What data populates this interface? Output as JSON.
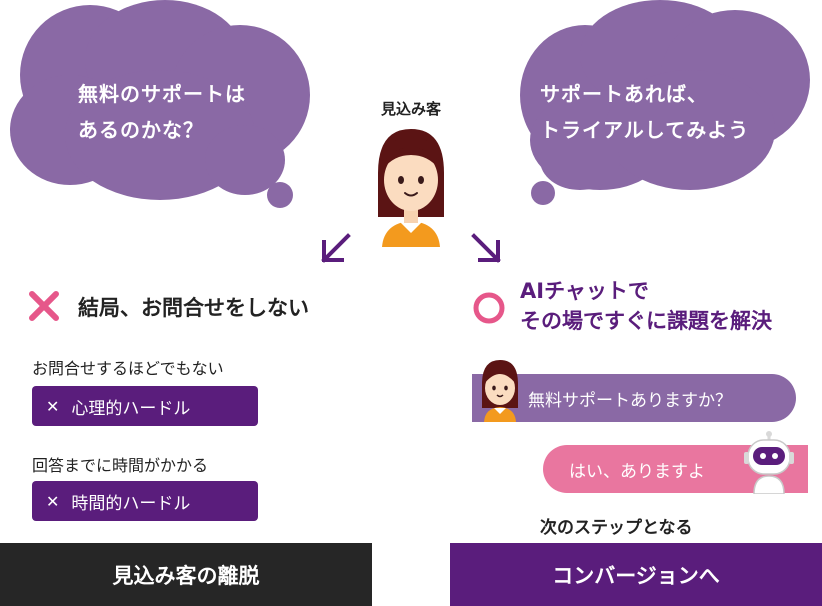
{
  "colors": {
    "cloud": "#8a69a5",
    "purple_dark": "#5a1d7c",
    "pink": "#e6578a",
    "bubble_purple": "#8a69a5",
    "bubble_pink": "#e9769f",
    "dark_bar": "#262626"
  },
  "prospect": {
    "label": "見込み客"
  },
  "left": {
    "thought_line1": "無料のサポートは",
    "thought_line2": "あるのかな？",
    "outcome_icon": "cross-icon",
    "outcome": "結局、お問合せをしない",
    "reasons": [
      {
        "text": "お問合せするほどでもない",
        "tag": "心理的ハードル"
      },
      {
        "text": "回答までに時間がかかる",
        "tag": "時間的ハードル"
      }
    ],
    "tag_mark": "✕",
    "result": "見込み客の離脱"
  },
  "right": {
    "thought_line1": "サポートあれば、",
    "thought_line2": "トライアルしてみよう",
    "outcome_icon": "circle-icon",
    "outcome_line1": "AIチャットで",
    "outcome_line2": "その場ですぐに課題を解決",
    "chat": [
      {
        "from": "user",
        "text": "無料サポートありますか？"
      },
      {
        "from": "bot",
        "text": "はい、ありますよ"
      }
    ],
    "next": "次のステップとなる",
    "result": "コンバージョンへ"
  }
}
